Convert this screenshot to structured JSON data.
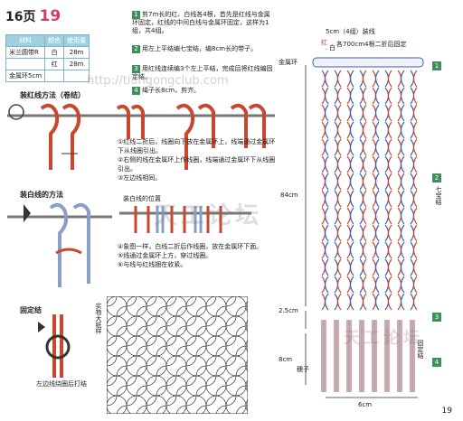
{
  "header": {
    "page_label": "16页",
    "page_num": "19"
  },
  "materials": {
    "headers": [
      "材料",
      "颜色",
      "使用量"
    ],
    "rows": [
      [
        "米兰圆带R",
        "白",
        "28m"
      ],
      [
        "",
        "红",
        "28m"
      ],
      [
        "金属环5cm",
        "",
        ""
      ]
    ]
  },
  "steps": [
    {
      "n": "1",
      "text": "剪7m长的红、白线各4根，首先是红线与金属环固定，红线的中间白线与金属环固定，这样为1组，共4组。"
    },
    {
      "n": "2",
      "text": "用左上平结编七宝结，编8cm长的带子。"
    },
    {
      "n": "3",
      "text": "用红线连续编3个左上平结，完成后将红线编固定结。"
    },
    {
      "n": "4",
      "text": "绳子长8cm，剪齐。"
    }
  ],
  "sections": {
    "red_method": "装红线方法（卷结）",
    "white_method": "装白线的方法",
    "fix_knot": "固定结",
    "fix_note": "左边线绕圈后打结",
    "sample": "实物大纸样"
  },
  "notes_red": [
    "①红线二折后，线圈向下放在金属环上，线端通过金属环下从线圈引出。",
    "②右侧的线在金属环上作线圈，线端通过金属环下从线圈引出。",
    "③左边线相同。"
  ],
  "notes_white": [
    "④象图一样，白线二折后作线圈，放在金属环下面。",
    "⑤线通过金属环上方，穿过线圈。",
    "⑥与线与红线捆在收紧。"
  ],
  "white_position": "装白线的位置",
  "diagram": {
    "top_dim": "5cm（4组）装线",
    "red_label": "红",
    "white_label": "白",
    "cord_note": "各700cm4根二折后固定",
    "ring": "金属环",
    "length": "84cm",
    "gap": "2.5cm",
    "tail": "8cm",
    "bottom": "6cm",
    "tassel": "穗子",
    "fix": "固定结",
    "side_badges": [
      "1",
      "2",
      "3",
      "4"
    ],
    "side_labels": [
      "七宝结"
    ]
  },
  "watermark": {
    "text": "天工论坛",
    "url": "http://tiangongclub.com"
  },
  "page_number": "19",
  "colors": {
    "red": "#c8472e",
    "blue": "#3a5fb0",
    "green": "#3f8f5a",
    "pink": "#d23a6a"
  }
}
